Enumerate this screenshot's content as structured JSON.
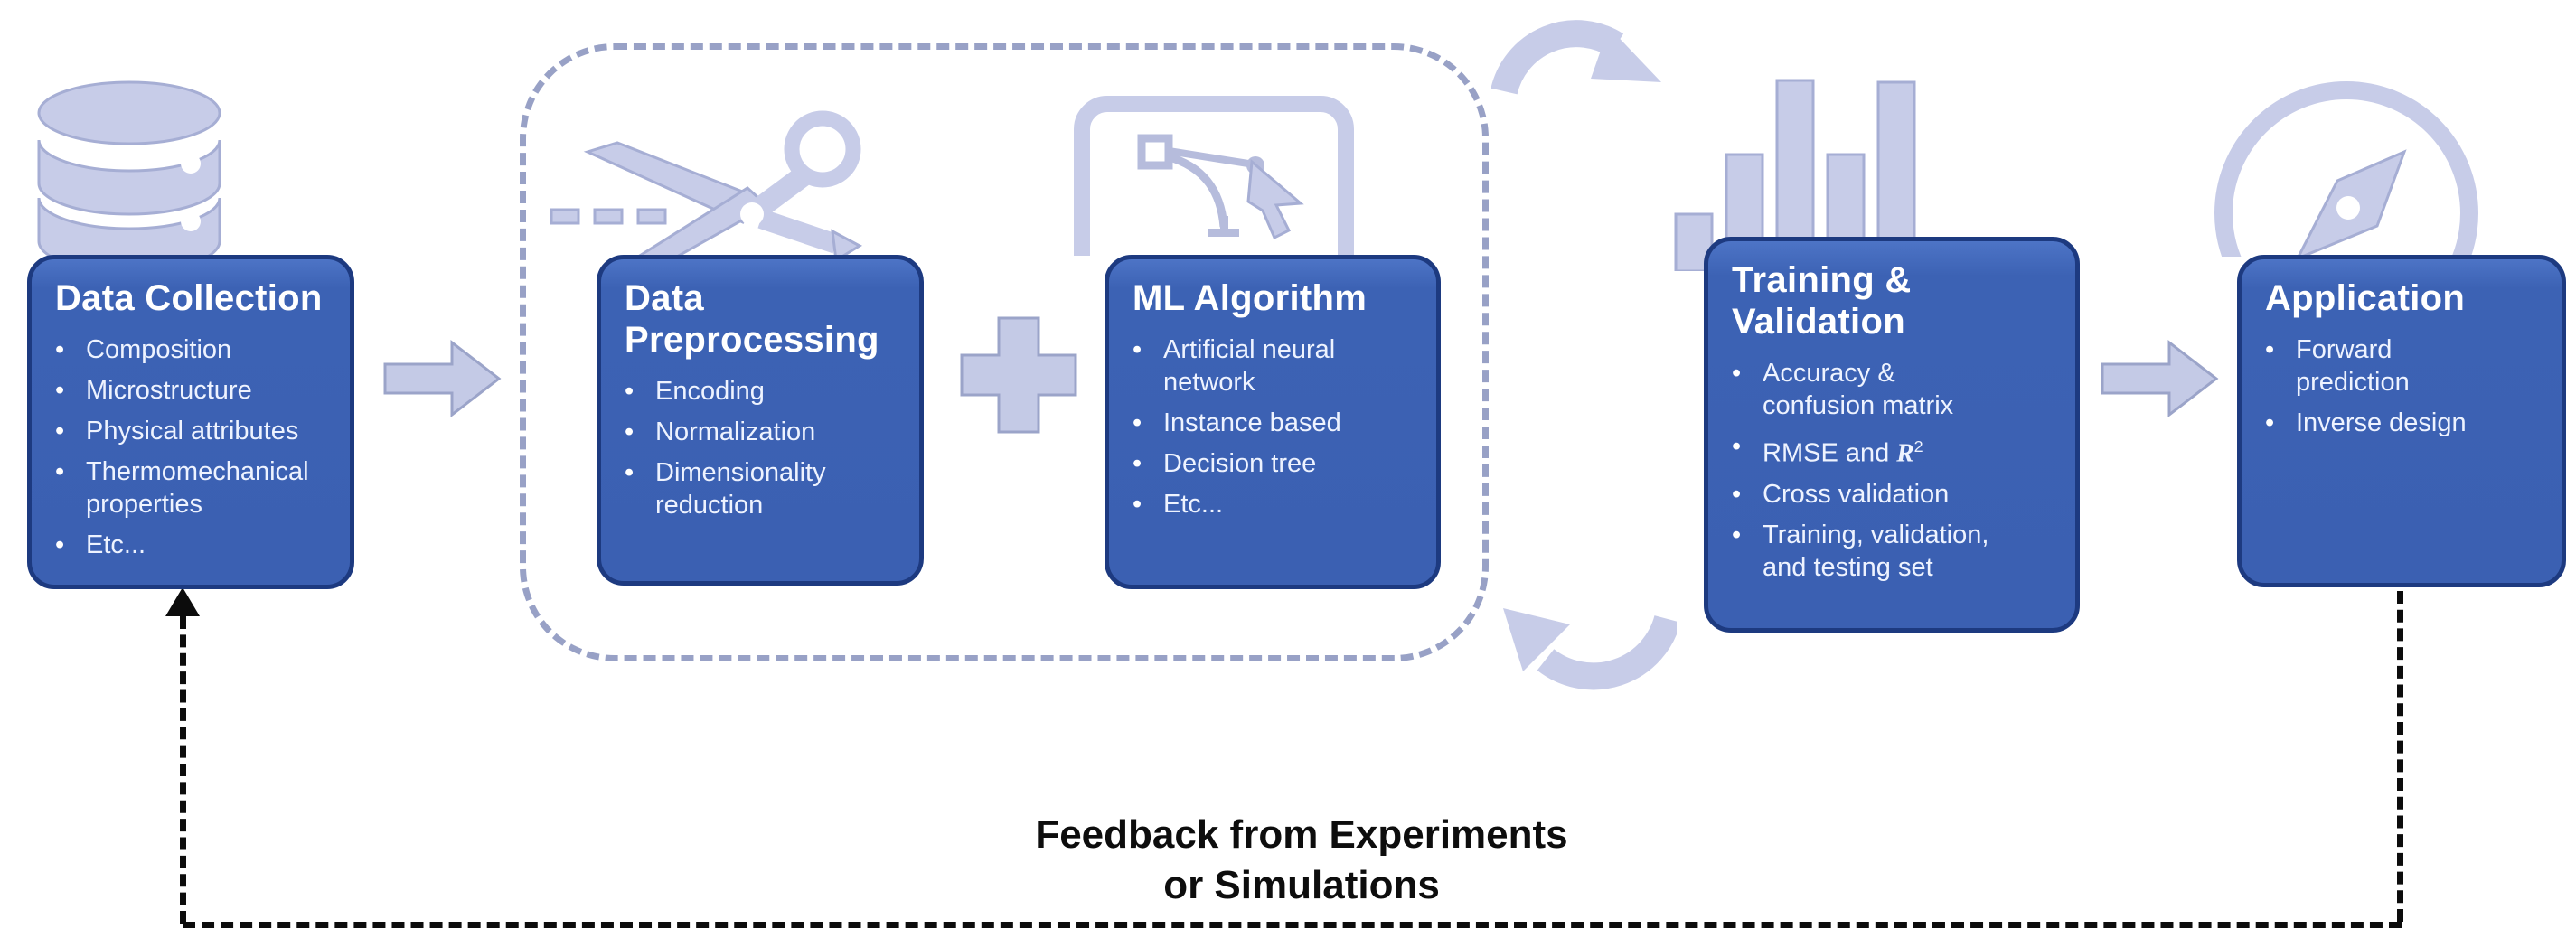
{
  "figure": {
    "type": "ml-workflow-flow-diagram",
    "background": "#ffffff"
  },
  "ui": {
    "bullet_char": "•"
  },
  "colors": {
    "box_fill": "#3c62b4",
    "box_border": "#1d3a80",
    "box_text": "#ffffff",
    "icon_fill": "#c7cce8",
    "icon_stroke": "#a6aed4",
    "group_dash": "#98a1c6",
    "feedback_dash": "#0c0c0c",
    "label_text": "#0d0d0d"
  },
  "boxes": {
    "data_collection": {
      "icon": "database-icon",
      "title": "Data Collection",
      "bullets": [
        "Composition",
        "Microstructure",
        "Physical attributes",
        "Thermomechanical\nproperties",
        "Etc..."
      ]
    },
    "data_preprocessing": {
      "icon": "scissors-icon",
      "title": "Data\nPreprocessing",
      "bullets": [
        "Encoding",
        "Normalization",
        "Dimensionality\nreduction"
      ]
    },
    "ml_algorithm": {
      "icon": "bezier-curve-icon",
      "title": "ML Algorithm",
      "bullets": [
        "Artificial neural\nnetwork",
        "Instance based",
        "Decision tree",
        "Etc..."
      ]
    },
    "training_validation": {
      "icon": "bar-chart-icon",
      "title": "Training &\nValidation",
      "bullets": [
        "Accuracy &\nconfusion matrix",
        {
          "pre": "RMSE and ",
          "r": "R",
          "sup": "2"
        },
        "Cross validation",
        "Training, validation,\nand testing set"
      ]
    },
    "application": {
      "icon": "compass-icon",
      "title": "Application",
      "bullets": [
        "Forward\nprediction",
        "Inverse design"
      ]
    }
  },
  "connectors": {
    "arrow_1": "right-block-arrow",
    "plus": "plus-sign",
    "arrow_2": "right-block-arrow",
    "cycle_top": "clockwise-curved-arrow",
    "cycle_bottom": "counterclockwise-curved-arrow",
    "feedback_loop": "dashed-arrow-loop"
  },
  "feedback": {
    "label": "Feedback from Experiments\nor Simulations"
  }
}
